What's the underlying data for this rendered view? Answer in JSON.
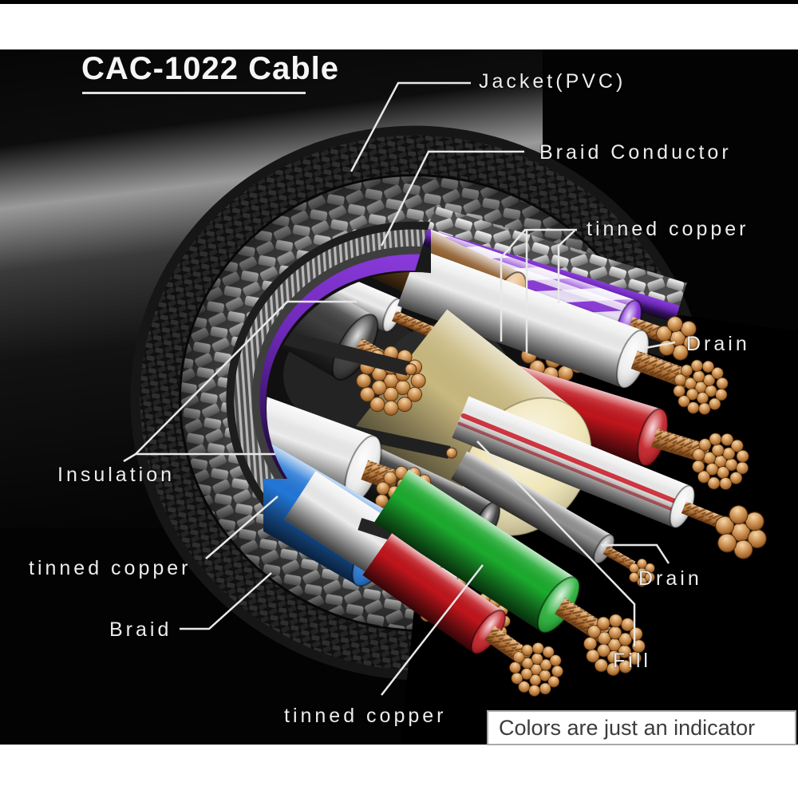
{
  "header": {
    "title": "CAC-1022 Cable"
  },
  "callouts": {
    "jacket": "Jacket(PVC)",
    "braid_conductor": "Braid Conductor",
    "tinned_copper_top": "tinned copper",
    "drain_right": "Drain",
    "insulation": "Insulation",
    "tinned_copper_left": "tinned copper",
    "braid": "Braid",
    "drain_lower": "Drain",
    "fill": "Fill",
    "tinned_copper_bottom": "tinned copper"
  },
  "footer": {
    "note": "Colors are just an indicator"
  },
  "colors": {
    "jacket_black": "#161616",
    "braid_silver": "#cfcfcf",
    "sheath_gray": "#3e3e3e",
    "foil_purple": "#6d28b8",
    "insulation_white": "#ececec",
    "copper": "#c08040",
    "fill_body": "#c9b97f",
    "fill_face": "#efe4b4",
    "wire_red": "#c0151c",
    "wire_blue": "#2277d8",
    "wire_green": "#1cab2e",
    "wire_magenta": "#e01178",
    "wire_brown": "#8a5724",
    "stripe_purple": "#7a1fd0",
    "stripe_base": "#e9e0f6",
    "drain_gray": "#919191",
    "leader_line": "#e8e8e8",
    "label_text": "#ededed",
    "note_text": "#3c3c3c"
  }
}
